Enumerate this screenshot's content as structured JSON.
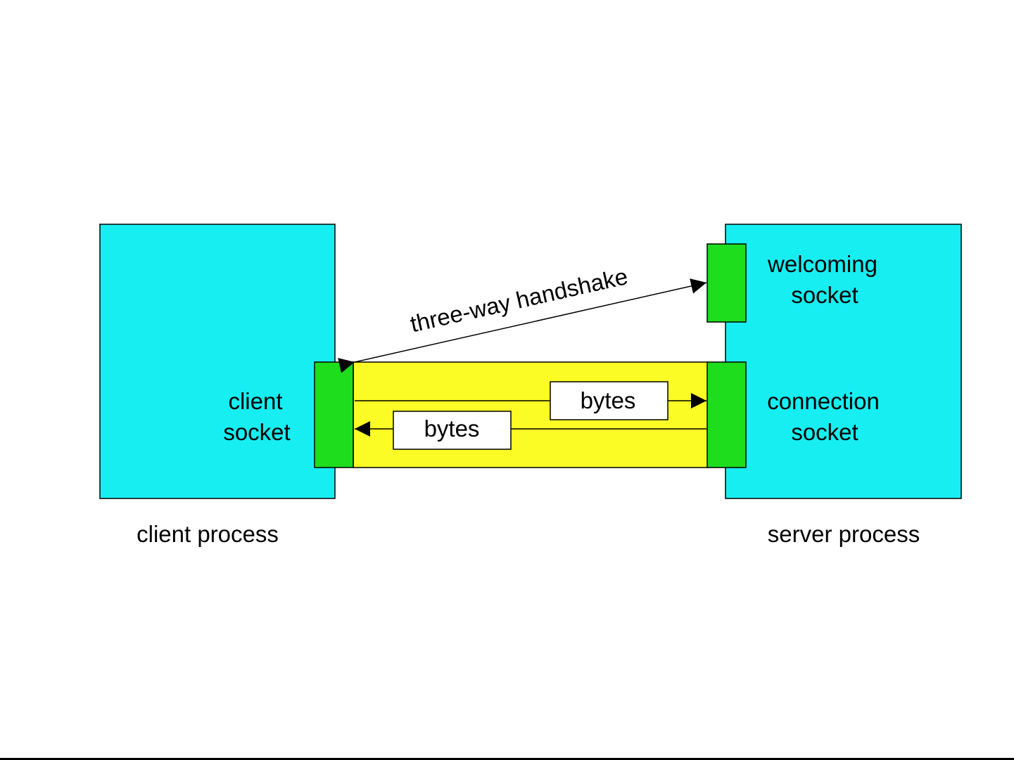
{
  "colors": {
    "process_fill": "#17eef2",
    "socket_fill": "#1ddd1d",
    "pipe_fill": "#fbfb25",
    "label_box_fill": "#ffffff",
    "stroke": "#000000"
  },
  "client": {
    "socket_label_line1": "client",
    "socket_label_line2": "socket",
    "process_label": "client process"
  },
  "server": {
    "welcoming_label_line1": "welcoming",
    "welcoming_label_line2": "socket",
    "connection_label_line1": "connection",
    "connection_label_line2": "socket",
    "process_label": "server process"
  },
  "handshake": {
    "label": "three-way handshake"
  },
  "pipe": {
    "to_server_label": "bytes",
    "to_client_label": "bytes"
  }
}
